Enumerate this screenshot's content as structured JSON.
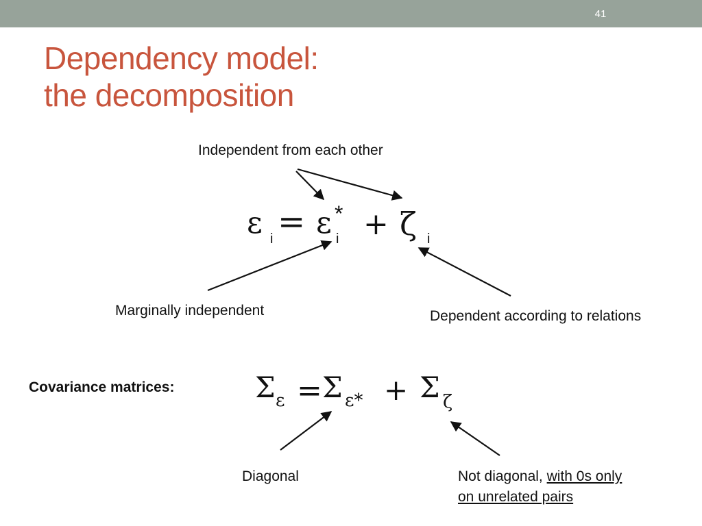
{
  "slide": {
    "number": "41",
    "title_line1": "Dependency model:",
    "title_line2": "the decomposition"
  },
  "labels": {
    "independent": "Independent from each other",
    "marginal": "Marginally independent",
    "dependent": "Dependent according to relations",
    "covariance": "Covariance matrices:",
    "diagonal": "Diagonal",
    "not_diag_prefix": "Not diagonal, ",
    "not_diag_underlined_1": "with 0s only",
    "not_diag_underlined_2": "on unrelated pairs"
  },
  "equation1": {
    "eps": "ε",
    "sub_i": "i",
    "equals": "=",
    "eps_star": "ε",
    "star": "*",
    "plus": "+",
    "zeta": "ζ"
  },
  "equation2": {
    "sigma": "Σ",
    "sub_eps": "ε",
    "equals": "=",
    "sub_eps_star": "ε*",
    "plus": "+",
    "sub_zeta": "ζ"
  },
  "colors": {
    "topbar": "#97a39a",
    "title": "#c8553d"
  }
}
